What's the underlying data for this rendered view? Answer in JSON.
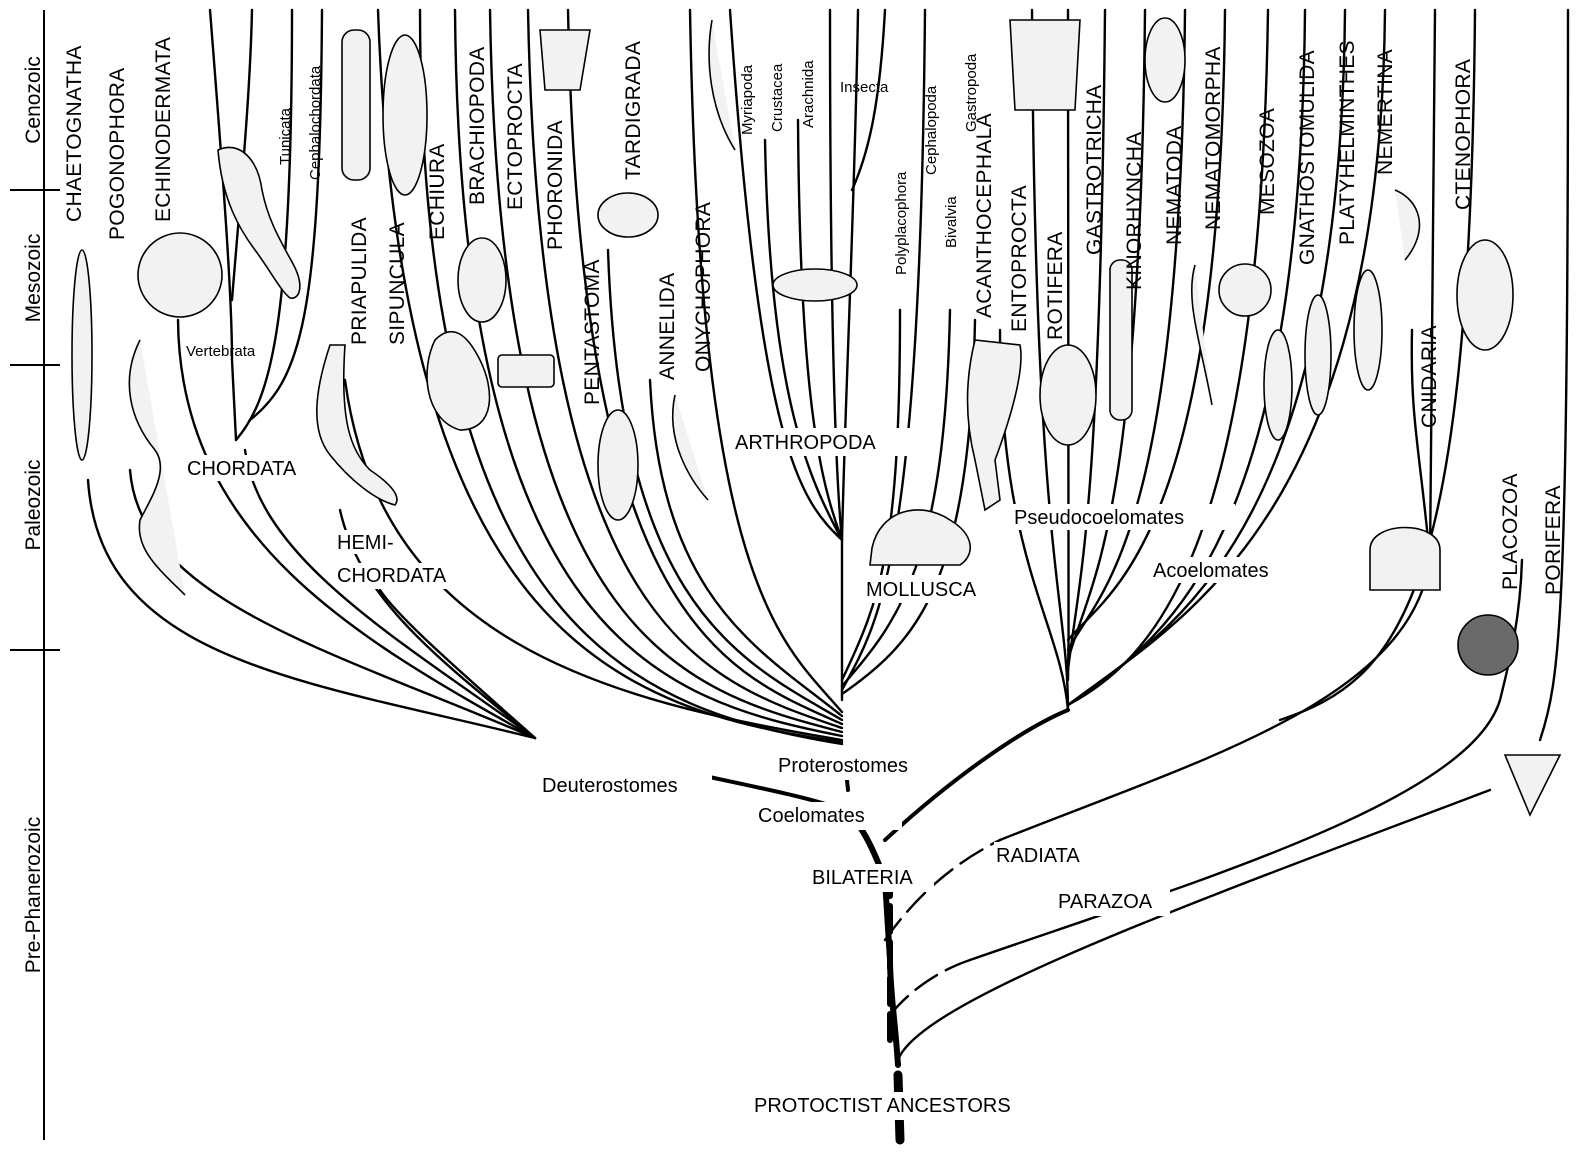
{
  "eras": [
    "Cenozoic",
    "Mesozoic",
    "Paleozoic",
    "Pre-Phanerozoic"
  ],
  "phyla": {
    "chaetognatha": "CHAETOGNATHA",
    "pogonophora": "POGONOPHORA",
    "echinodermata": "ECHINODERMATA",
    "priapulida": "PRIAPULIDA",
    "sipuncula": "SIPUNCULA",
    "echiura": "ECHIURA",
    "brachiopoda": "BRACHIOPODA",
    "ectoprocta": "ECTOPROCTA",
    "phoronida": "PHORONIDA",
    "pentastoma": "PENTASTOMA",
    "tardigrada": "TARDIGRADA",
    "annelida": "ANNELIDA",
    "onychophora": "ONYCHOPHORA",
    "acanthocephala": "ACANTHOCEPHALA",
    "entoprocta": "ENTOPROCTA",
    "rotifera": "ROTIFERA",
    "gastrotricha": "GASTROTRICHA",
    "kinorhyncha": "KINORHYNCHA",
    "nematoda": "NEMATODA",
    "nematomorpha": "NEMATOMORPHA",
    "mesozoa": "MESOZOA",
    "gnathostomulida": "GNATHOSTOMULIDA",
    "platyhelminthes": "PLATYHELMINTHES",
    "nemertina": "NEMERTINA",
    "cnidaria": "CNIDARIA",
    "ctenophora": "CTENOPHORA",
    "placozoa": "PLACOZOA",
    "porifera": "PORIFERA"
  },
  "subgroups": {
    "vertebrata": "Vertebrata",
    "tunicata": "Tunicata",
    "cephalochordata": "Cephalochordata",
    "myriapoda": "Myriapoda",
    "crustacea": "Crustacea",
    "arachnida": "Arachnida",
    "insecta": "Insecta",
    "polyplacophora": "Polyplacophora",
    "cephalopoda": "Cephalopoda",
    "bivalvia": "Bivalvia",
    "gastropoda": "Gastropoda"
  },
  "groups": {
    "chordata": "CHORDATA",
    "hemichordata_1": "HEMI-",
    "hemichordata_2": "CHORDATA",
    "arthropoda": "ARTHROPODA",
    "mollusca": "MOLLUSCA",
    "pseudocoelomates": "Pseudocoelomates",
    "acoelomates": "Acoelomates",
    "deuterostomes": "Deuterostomes",
    "proterostomes": "Proterostomes",
    "coelomates": "Coelomates",
    "bilateria": "BILATERIA",
    "radiata": "RADIATA",
    "parazoa": "PARAZOA",
    "root": "PROTOCTIST ANCESTORS"
  }
}
